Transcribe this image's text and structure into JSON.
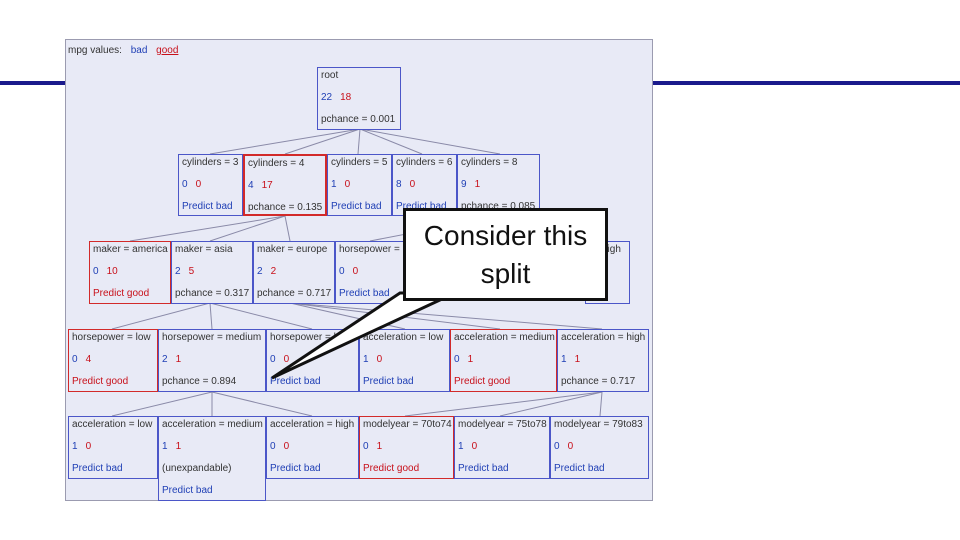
{
  "legend": {
    "prefix": "mpg values:",
    "bad": "bad",
    "good": "good"
  },
  "nodes": [
    {
      "id": "root",
      "label": "root",
      "bad": "22",
      "good": "18",
      "info": "pchance = 0.001"
    },
    {
      "id": "c3",
      "label": "cylinders = 3",
      "bad": "0",
      "good": "0",
      "info": "Predict bad"
    },
    {
      "id": "c4",
      "label": "cylinders = 4",
      "bad": "4",
      "good": "17",
      "info": "pchance = 0.135"
    },
    {
      "id": "c5",
      "label": "cylinders = 5",
      "bad": "1",
      "good": "0",
      "info": "Predict bad"
    },
    {
      "id": "c6",
      "label": "cylinders = 6",
      "bad": "8",
      "good": "0",
      "info": "Predict bad"
    },
    {
      "id": "c8",
      "label": "cylinders = 8",
      "bad": "9",
      "good": "1",
      "info": "pchance = 0.085"
    },
    {
      "id": "m_am",
      "label": "maker = america",
      "bad": "0",
      "good": "10",
      "info": "Predict good"
    },
    {
      "id": "m_as",
      "label": "maker = asia",
      "bad": "2",
      "good": "5",
      "info": "pchance = 0.317"
    },
    {
      "id": "m_eu",
      "label": "maker = europe",
      "bad": "2",
      "good": "2",
      "info": "pchance = 0.717"
    },
    {
      "id": "hp_l2",
      "label": "horsepower =",
      "bad": "0",
      "good": "0",
      "info": "Predict bad"
    },
    {
      "id": "hp_h2",
      "label": "high",
      "bad": "",
      "good": "",
      "info": ""
    },
    {
      "id": "hp_low",
      "label": "horsepower = low",
      "bad": "0",
      "good": "4",
      "info": "Predict good"
    },
    {
      "id": "hp_med",
      "label": "horsepower = medium",
      "bad": "2",
      "good": "1",
      "info": "pchance = 0.894"
    },
    {
      "id": "hp_high",
      "label": "horsepower = high",
      "bad": "0",
      "good": "0",
      "info": "Predict bad"
    },
    {
      "id": "ac_low",
      "label": "acceleration = low",
      "bad": "1",
      "good": "0",
      "info": "Predict bad"
    },
    {
      "id": "ac_med",
      "label": "acceleration = medium",
      "bad": "0",
      "good": "1",
      "info": "Predict good"
    },
    {
      "id": "ac_high",
      "label": "acceleration = high",
      "bad": "1",
      "good": "1",
      "info": "pchance = 0.717"
    },
    {
      "id": "a_low",
      "label": "acceleration = low",
      "bad": "1",
      "good": "0",
      "info": "Predict bad"
    },
    {
      "id": "a_med",
      "label": "acceleration = medium",
      "bad": "1",
      "good": "1",
      "info": "(unexpandable)",
      "info2": "Predict bad"
    },
    {
      "id": "a_high",
      "label": "acceleration = high",
      "bad": "0",
      "good": "0",
      "info": "Predict bad"
    },
    {
      "id": "my1",
      "label": "modelyear = 70to74",
      "bad": "0",
      "good": "1",
      "info": "Predict good"
    },
    {
      "id": "my2",
      "label": "modelyear = 75to78",
      "bad": "1",
      "good": "0",
      "info": "Predict bad"
    },
    {
      "id": "my3",
      "label": "modelyear = 79to83",
      "bad": "0",
      "good": "0",
      "info": "Predict bad"
    }
  ],
  "callout": {
    "text": "Consider this\nsplit"
  },
  "colors": {
    "bad": "#1f3fb5",
    "good": "#c8101a",
    "rule": "#1a1a8c"
  }
}
